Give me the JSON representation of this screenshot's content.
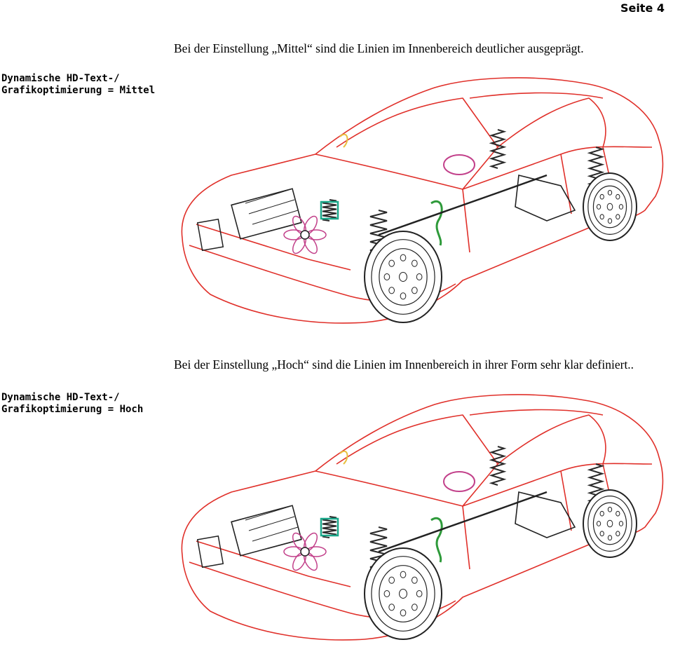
{
  "page_label": "Seite 4",
  "sections": [
    {
      "label_line1": "Dynamische HD-Text-/",
      "label_line2": "Grafikoptimierung = Mittel",
      "caption": "Bei der Einstellung „Mittel“ sind die Linien im Innenbereich deutlicher ausgeprägt."
    },
    {
      "label_line1": "Dynamische HD-Text-/",
      "label_line2": "Grafikoptimierung = Hoch",
      "caption": "Bei der Einstellung „Hoch“ sind die Linien im Innenbereich in ihrer Form sehr klar definiert.."
    }
  ],
  "colors": {
    "body_line": "#e0302a",
    "mechanics": "#222222",
    "springs": "#2a2a2a",
    "accent_teal": "#1aa88a",
    "accent_green": "#2e9a3a",
    "accent_magenta": "#c2408a",
    "accent_yellow": "#e8c040"
  }
}
